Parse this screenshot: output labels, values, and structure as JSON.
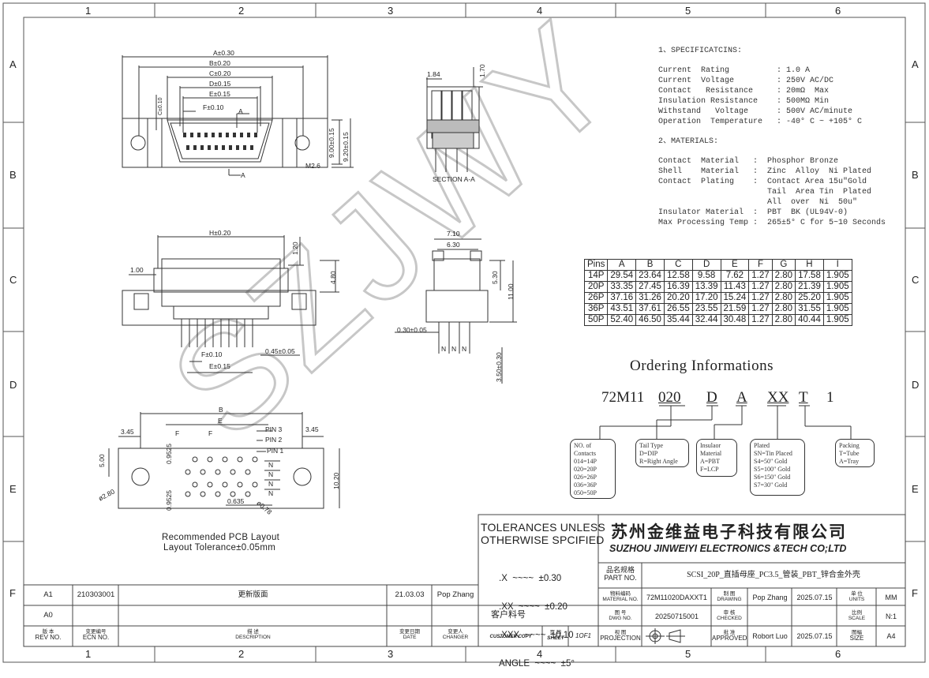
{
  "border": {
    "columns": [
      "1",
      "2",
      "3",
      "4",
      "5",
      "6"
    ],
    "rows": [
      "A",
      "B",
      "C",
      "D",
      "E",
      "F"
    ]
  },
  "watermark": "SZJWY",
  "specifications": {
    "heading": "1、SPECIFICATCINS:",
    "rows": [
      "Current  Rating          : 1.0 A",
      "Current  Voltage         : 250V AC/DC",
      "Contact   Resistance     : 20mΩ  Max",
      "Insulation Resistance    : 500MΩ Min",
      "Withstand   Voltage      : 500V AC/minute",
      "Operation  Temperature   : -40° C ~ +105° C"
    ],
    "materials_heading": "2、MATERIALS:",
    "materials": [
      "Contact  Material   :  Phosphor Bronze",
      "Shell    Material   :  Zinc  Alloy  Ni Plated",
      "Contact  Plating    :  Contact Area 15u\"Gold",
      "                       Tail  Area Tin  Plated",
      "                       All  over  Ni  50u\"",
      "Insulator Material  :  PBT  BK (UL94V-0)",
      "Max Processing Temp :  265±5° C for 5~10 Seconds"
    ]
  },
  "pin_table": {
    "headers": [
      "Pins",
      "A",
      "B",
      "C",
      "D",
      "E",
      "F",
      "G",
      "H",
      "I"
    ],
    "rows": [
      [
        "14P",
        "29.54",
        "23.64",
        "12.58",
        "9.58",
        "7.62",
        "1.27",
        "2.80",
        "17.58",
        "1.905"
      ],
      [
        "20P",
        "33.35",
        "27.45",
        "16.39",
        "13.39",
        "11.43",
        "1.27",
        "2.80",
        "21.39",
        "1.905"
      ],
      [
        "26P",
        "37.16",
        "31.26",
        "20.20",
        "17.20",
        "15.24",
        "1.27",
        "2.80",
        "25.20",
        "1.905"
      ],
      [
        "36P",
        "43.51",
        "37.61",
        "26.55",
        "23.55",
        "21.59",
        "1.27",
        "2.80",
        "31.55",
        "1.905"
      ],
      [
        "50P",
        "52.40",
        "46.50",
        "35.44",
        "32.44",
        "30.48",
        "1.27",
        "2.80",
        "40.44",
        "1.905"
      ]
    ]
  },
  "ordering": {
    "title": "Ordering Informations",
    "code": [
      "72M11",
      "020",
      "D",
      "A",
      "XX",
      "T",
      "1"
    ],
    "boxes": {
      "contacts": "NO. of\nContacts\n014=14P\n020=20P\n026=26P\n036=36P\n050=50P",
      "tail": "Tail Type\nD=DIP\nR=Right Angle",
      "insulator": "Insulaor\nMaterial\nA=PBT\nF=LCP",
      "plated": "Plated\nSN=Tin Placed\nS4=50\" Gold\nS5=100\" Gold\nS6=150\" Gold\nS7=30\" Gold",
      "packing": "Packing\nT=Tube\nA=Tray"
    }
  },
  "drawing_labels": {
    "top_dims": [
      "A±0.30",
      "B±0.20",
      "C±0.20",
      "D±0.15",
      "E±0.15",
      "F±0.10"
    ],
    "side_dims": [
      "9.00±0.15",
      "9.20±0.15",
      "C±0.10",
      "M2.6"
    ],
    "section_label": "SECTION A-A",
    "section_dims": [
      "1.84",
      "1.70"
    ],
    "mid_dims": [
      "H±0.20",
      "1.00",
      "1.20",
      "4.80",
      "F±0.10",
      "E±0.15",
      "0.45±0.05"
    ],
    "right_dims": [
      "7.10",
      "6.30",
      "5.30",
      "11.00",
      "0.30±0.05",
      "3.50±0.30"
    ],
    "pcb_dims": [
      "B",
      "E",
      "F",
      "F",
      "3.45",
      "3.45",
      "5.00",
      "10.20",
      "0.9525",
      "0.9525",
      "0.635",
      "ø2.80",
      "ø0.78",
      "PIN 3",
      "PIN 2",
      "PIN 1"
    ],
    "marker_a": "A",
    "marker_n": "N",
    "pcb_title": "Recommended PCB Layout",
    "pcb_tol": "Layout Tolerance±0.05mm"
  },
  "tolerances": {
    "title1": "TOLERANCES UNLESS",
    "title2": "OTHERWISE SPCIFIED",
    "lines": [
      ".X  ~~~~  ±0.30",
      ".XX  ~~~~  ±0.20",
      ".XXX  ~~~~  ±0.10",
      "ANGLE  ~~~~  ±5°"
    ]
  },
  "company": {
    "cn": "苏州金维益电子科技有限公司",
    "en": "SUZHOU JINWEIYI ELECTRONICS &TECH CO;LTD"
  },
  "title_block": {
    "part_no_label_cn": "品名规格",
    "part_no_label": "PART NO.",
    "part_desc": "SCSI_20P_直插母座_PC3.5_管装_PBT_锌合金外壳",
    "material_label_cn": "物料编码",
    "material_label": "MATERIAL NO.",
    "material_no": "72M11020DAXXT1",
    "drawing_cn": "制 图",
    "drawing_label": "DRAWING",
    "drawer": "Pop Zhang",
    "draw_date": "2025.07.15",
    "units_cn": "单 位",
    "units_label": "UNITS",
    "units": "MM",
    "dwg_cn": "图 号",
    "dwg_label": "DWG NO.",
    "dwg_no": "20250715001",
    "checked_cn": "审 核",
    "checked_label": "CHECKED",
    "scale_cn": "比例",
    "scale_label": "SCALE",
    "scale": "N:1",
    "customer_cn": "客户料号",
    "customer_copy": "CUSTOMER COPY",
    "sheet_cn": "页 码",
    "sheet_label": "SHEET",
    "sheet": "1OF1",
    "projection_cn": "视 图",
    "projection_label": "PROJECTION",
    "approved_cn": "批 准",
    "approved_label": "APPROVED",
    "approver": "Robort Luo",
    "approve_date": "2025.07.15",
    "size_cn": "图幅",
    "size_label": "SIZE",
    "size": "A4"
  },
  "revision": {
    "rows": [
      {
        "rev": "A1",
        "ecn": "210303001",
        "desc": "更新版面",
        "date": "21.03.03",
        "changer": "Pop Zhang"
      },
      {
        "rev": "A0",
        "ecn": "",
        "desc": "",
        "date": "",
        "changer": ""
      }
    ],
    "hdr_rev_cn": "版 本",
    "hdr_rev": "REV NO.",
    "hdr_ecn_cn": "变更编号",
    "hdr_ecn": "ECN NO.",
    "hdr_desc_cn": "描 述",
    "hdr_desc": "DESCRIPTION",
    "hdr_date_cn": "变更日期",
    "hdr_date": "DATE",
    "hdr_changer_cn": "变更人",
    "hdr_changer": "CHANGER"
  }
}
